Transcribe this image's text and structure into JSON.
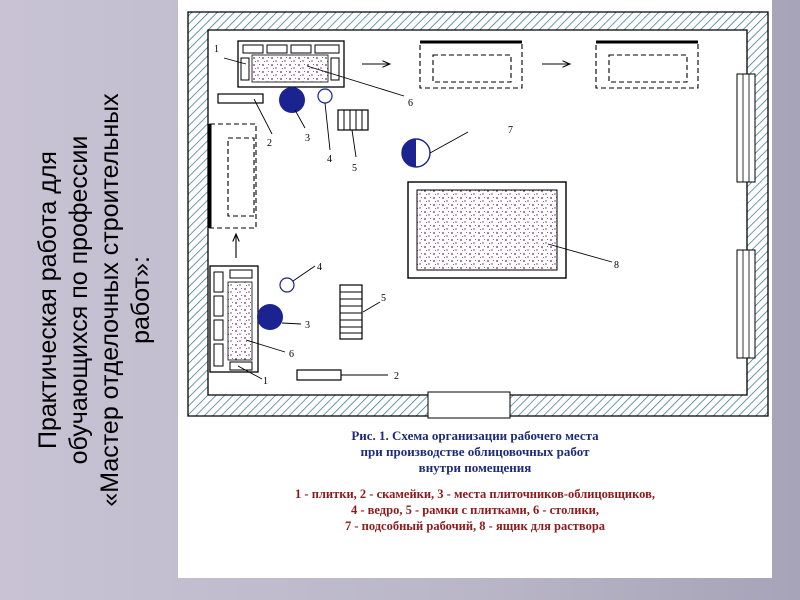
{
  "side_title": {
    "lines": [
      "Практическая работа для",
      "обучающихся по профессии",
      "«Мастер отделочных строительных",
      "работ»:"
    ]
  },
  "figure": {
    "caption_lines": [
      "Рис. 1.  Схема организации рабочего места",
      "при производстве облицовочных работ",
      "внутри помещения"
    ],
    "legend_lines": [
      "1 - плитки, 2 - скамейки, 3 - места плиточников-облицовщиков,",
      "4 - ведро, 5 - рамки с плитками, 6 - столики,",
      "7 - подсобный рабочий, 8 - ящик для раствора"
    ],
    "labels": {
      "n1": "1",
      "n2": "2",
      "n3": "3",
      "n4": "4",
      "n5": "5",
      "n6": "6",
      "n7": "7",
      "n8": "8"
    }
  },
  "colors": {
    "caption": "#1f2a7a",
    "legend": "#8b1a1a",
    "worker": "#1a2390",
    "wall_hatch": "#2d6e8a",
    "mortar_dots": "#6a2a6a"
  }
}
